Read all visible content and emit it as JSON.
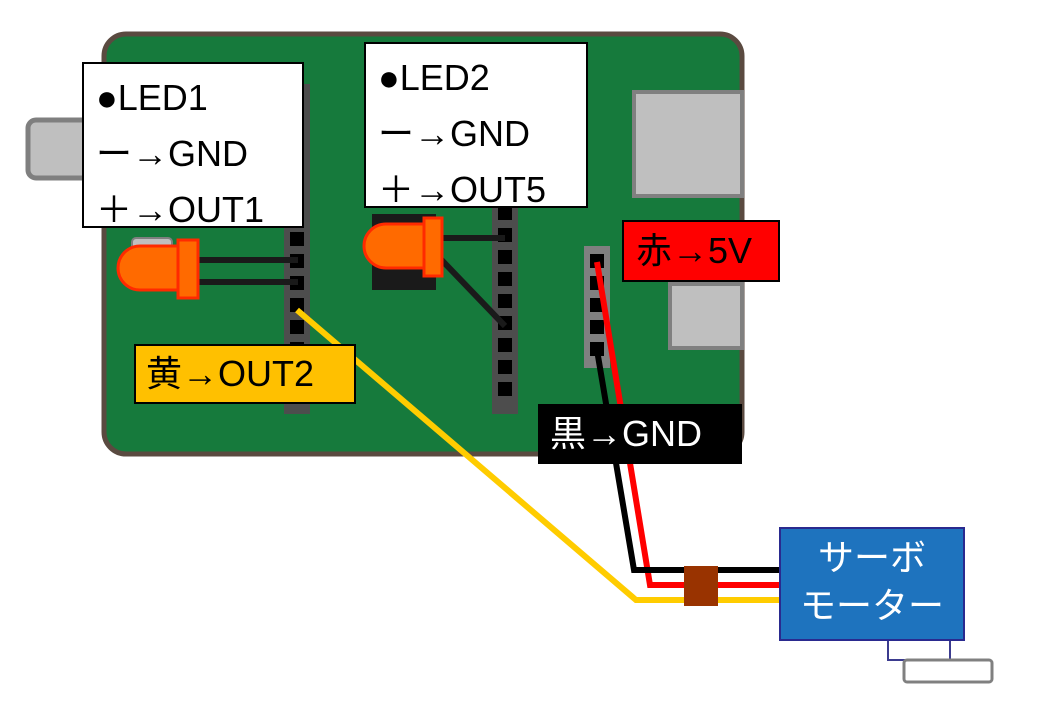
{
  "led1": {
    "lines": [
      "●LED1",
      "ー→GND",
      "＋→OUT1"
    ]
  },
  "led2": {
    "lines": [
      "●LED2",
      "ー→GND",
      "＋→OUT5"
    ]
  },
  "wires": {
    "red": "赤→5V",
    "yellow": "黄→OUT2",
    "black": "黒→GND"
  },
  "servo": {
    "line1": "サーボ",
    "line2": "モーター"
  },
  "colors": {
    "board": "#167a3c",
    "board_border": "#5a4a40",
    "led": "#ff6a00",
    "wire_red": "#ff0000",
    "wire_yellow": "#ffcc00",
    "wire_black": "#000000",
    "servo": "#1e73be",
    "connector": "#993300",
    "label_red_bg": "#ff0000",
    "label_yellow_bg": "#ffc000",
    "label_black_bg": "#000000"
  }
}
